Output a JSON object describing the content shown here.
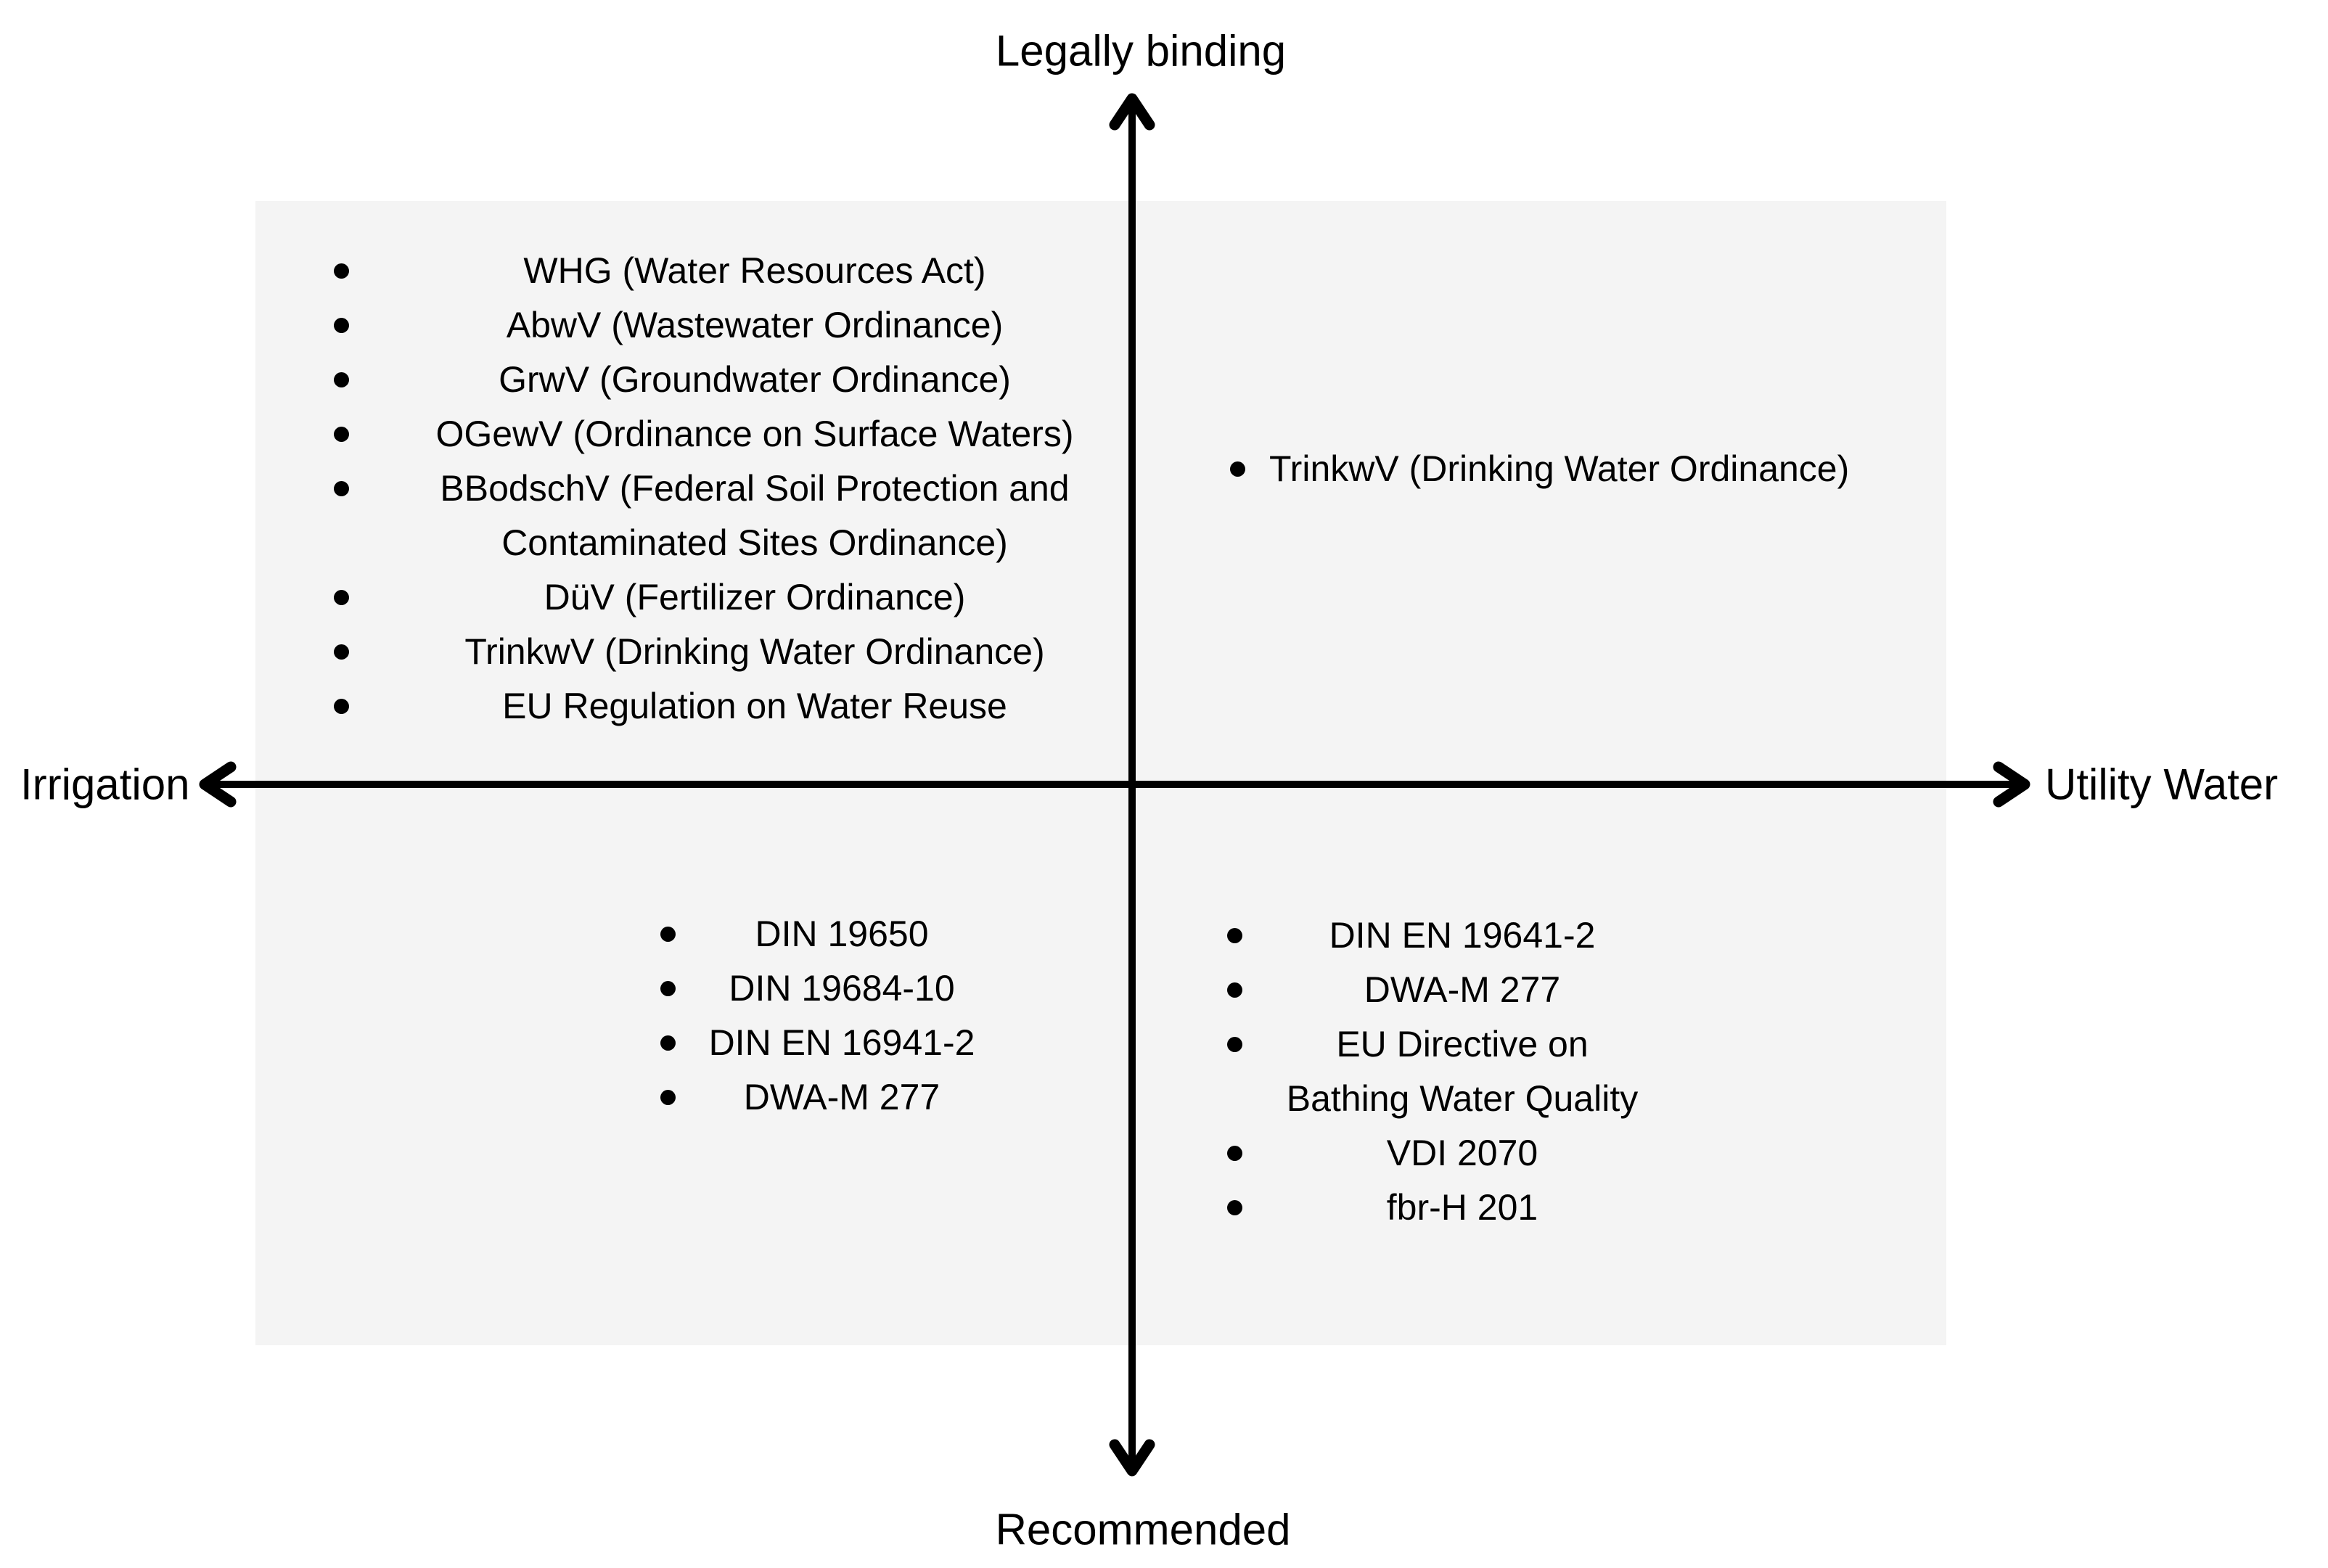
{
  "colors": {
    "background": "#ffffff",
    "panel": "#f4f4f4",
    "line": "#000000",
    "text": "#000000"
  },
  "axes": {
    "vertical": {
      "top_label": "Legally binding",
      "bottom_label": "Recommended"
    },
    "horizontal": {
      "left_label": "Irrigation",
      "right_label": "Utility Water"
    }
  },
  "quadrants": {
    "top_left": {
      "items": [
        "WHG (Water Resources Act)",
        "AbwV (Wastewater Ordinance)",
        "GrwV (Groundwater Ordinance)",
        "OGewV (Ordinance on Surface Waters)",
        "BBodschV (Federal Soil Protection and\nContaminated Sites Ordinance)",
        "DüV (Fertilizer Ordinance)",
        "TrinkwV (Drinking Water Ordinance)",
        "EU Regulation on Water Reuse"
      ]
    },
    "top_right": {
      "items": [
        "TrinkwV (Drinking Water Ordinance)"
      ]
    },
    "bottom_left": {
      "items": [
        "DIN 19650",
        "DIN 19684-10",
        "DIN EN 16941-2",
        "DWA-M 277"
      ]
    },
    "bottom_right": {
      "items": [
        "DIN EN 19641-2",
        "DWA-M 277",
        "EU Directive on\nBathing Water Quality",
        "VDI 2070",
        "fbr-H 201"
      ]
    }
  }
}
